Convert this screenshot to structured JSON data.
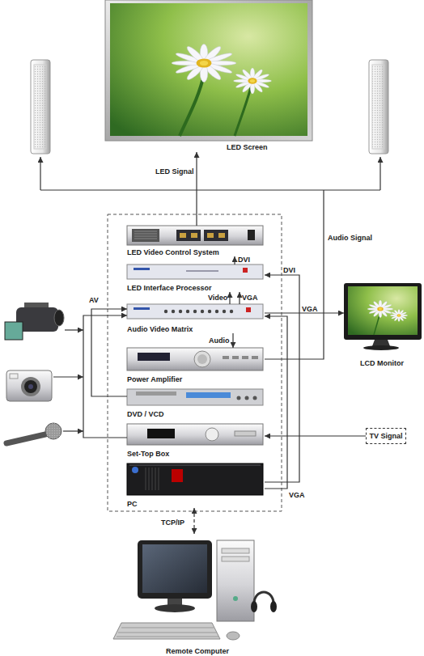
{
  "diagram": {
    "nodes": [
      {
        "text": [
          "LED Screen"
        ]
      },
      {
        "text": [
          "LED Video Control System"
        ]
      },
      {
        "text": [
          "LED Interface Processor"
        ]
      },
      {
        "text": [
          "Audio Video Matrix"
        ]
      },
      {
        "text": [
          "LCD Monitor"
        ]
      },
      {
        "text": [
          "Power Amplifier"
        ]
      },
      {
        "text": [
          "DVD / VCD"
        ]
      },
      {
        "text": [
          "Set-Top Box"
        ]
      },
      {
        "text": [
          "TV Signal"
        ]
      },
      {
        "text": [
          "PC"
        ]
      },
      {
        "text": [
          "Remote Computer"
        ]
      }
    ],
    "edges": [
      {
        "from": 1,
        "to": 0,
        "label": "LED Signal",
        "arrow": "to"
      },
      {
        "from": 2,
        "to": 1,
        "label": "DVI",
        "arrow": "to"
      },
      {
        "from": 3,
        "to": 2,
        "label": "Video",
        "arrow": "to"
      },
      {
        "from": 3,
        "to": 2,
        "label": "VGA",
        "arrow": "to"
      },
      {
        "from": 3,
        "to": 5,
        "label": "Audio",
        "arrow": "to"
      },
      {
        "from": 3,
        "to": 4,
        "label": "VGA",
        "arrow": "to"
      },
      {
        "from": 9,
        "to": 2,
        "label": "DVI",
        "arrow": "to"
      },
      {
        "from": 9,
        "to": 3,
        "label": "VGA",
        "arrow": "to"
      },
      {
        "from": 8,
        "to": 7,
        "arrow": "to"
      },
      {
        "from": 6,
        "to": 3,
        "arrow": "to"
      },
      {
        "from": 7,
        "to": 3,
        "arrow": "to"
      },
      {
        "from": 10,
        "to": 9,
        "label": "TCP/IP",
        "arrow": "both"
      }
    ],
    "labels": [
      "Audio Signal",
      "AV"
    ]
  }
}
